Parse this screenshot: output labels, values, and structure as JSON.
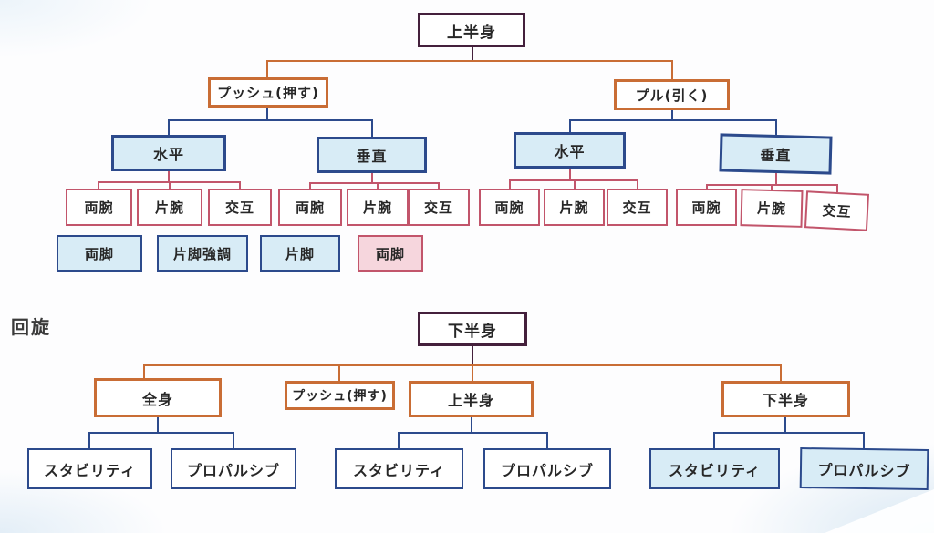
{
  "upper_tree": {
    "root": "上半身",
    "push": "プッシュ(押す)",
    "pull": "プル(引く)",
    "l3": [
      "水平",
      "垂直",
      "水平",
      "垂直"
    ],
    "l4": [
      "両腕",
      "片腕",
      "交互",
      "両腕",
      "片腕",
      "交互",
      "両腕",
      "片腕",
      "交互",
      "両腕",
      "片腕",
      "交互"
    ],
    "l5": [
      "両脚",
      "片脚強調",
      "片脚",
      "両脚"
    ]
  },
  "rotation_label": "回旋",
  "lower_tree": {
    "root": "下半身",
    "l2": [
      "全身",
      "プッシュ(押す)",
      "上半身",
      "下半身"
    ],
    "l3": [
      "スタビリティ",
      "プロパルシブ",
      "スタビリティ",
      "プロパルシブ",
      "スタビリティ",
      "プロパルシブ"
    ]
  },
  "colors": {
    "root_border": "#44203c",
    "orange": "#c96d35",
    "navy": "#2c4a8c",
    "pink": "#c2556b",
    "light_blue_fill": "#d8ecf6",
    "pink_fill": "#f6d6dd"
  }
}
